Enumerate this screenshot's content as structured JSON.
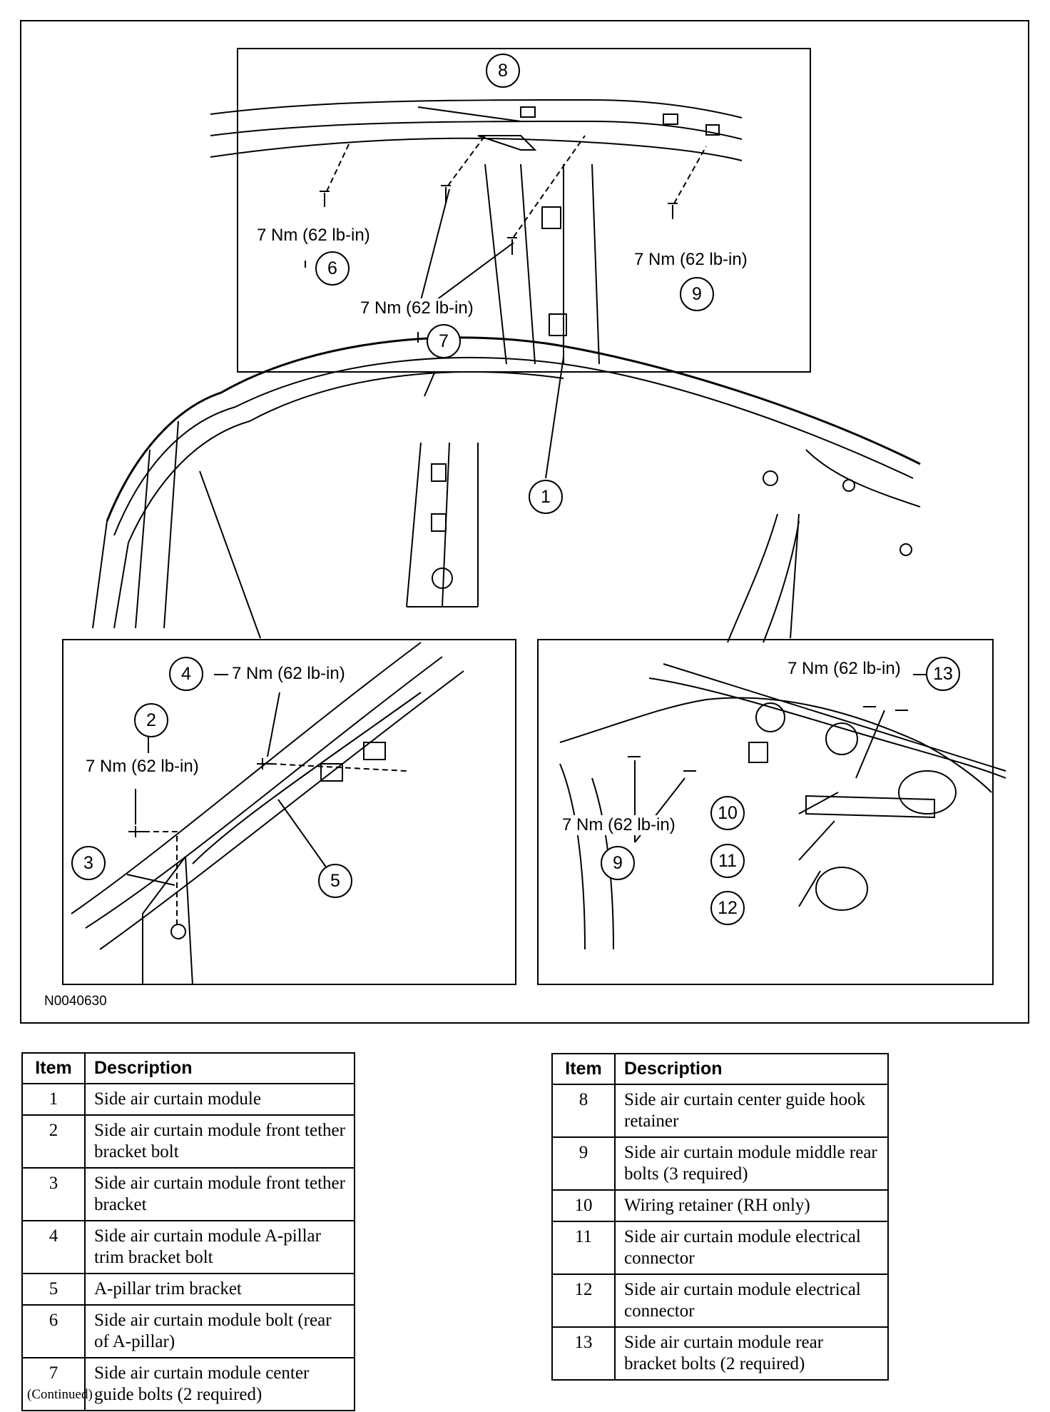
{
  "figure_id": "N0040630",
  "torque_spec": "7 Nm (62 lb-in)",
  "callouts": {
    "c1": "1",
    "c2": "2",
    "c3": "3",
    "c4": "4",
    "c5": "5",
    "c6": "6",
    "c7": "7",
    "c8": "8",
    "c9a": "9",
    "c9b": "9",
    "c10": "10",
    "c11": "11",
    "c12": "12",
    "c13": "13"
  },
  "table_headers": {
    "item": "Item",
    "description": "Description"
  },
  "legend_left": [
    {
      "item": "1",
      "description": "Side air curtain module"
    },
    {
      "item": "2",
      "description": "Side air curtain module front tether bracket bolt"
    },
    {
      "item": "3",
      "description": "Side air curtain module front tether bracket"
    },
    {
      "item": "4",
      "description": "Side air curtain module A-pillar trim bracket bolt"
    },
    {
      "item": "5",
      "description": "A-pillar trim bracket"
    },
    {
      "item": "6",
      "description": "Side air curtain module bolt (rear of A-pillar)"
    },
    {
      "item": "7",
      "description": "Side air curtain module center guide bolts (2 required)"
    }
  ],
  "legend_right": [
    {
      "item": "8",
      "description": "Side air curtain center guide hook retainer"
    },
    {
      "item": "9",
      "description": "Side air curtain module middle rear bolts (3 required)"
    },
    {
      "item": "10",
      "description": "Wiring retainer (RH only)"
    },
    {
      "item": "11",
      "description": "Side air curtain module electrical connector"
    },
    {
      "item": "12",
      "description": "Side air curtain module electrical connector"
    },
    {
      "item": "13",
      "description": "Side air curtain module rear bracket bolts (2 required)"
    }
  ],
  "footer": "(Continued)"
}
